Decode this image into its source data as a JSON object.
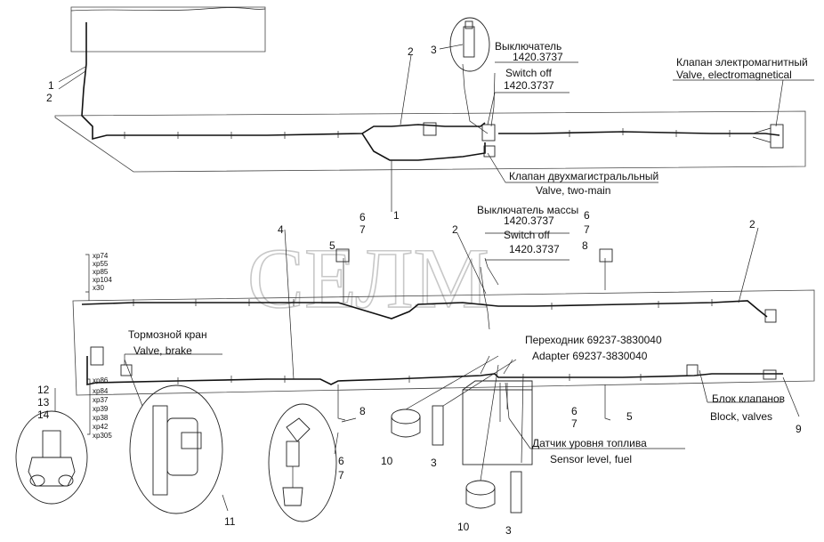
{
  "watermark": "СЕЛМ",
  "callouts": {
    "c1a": "1",
    "c2a": "2",
    "c2b": "2",
    "c3a": "3",
    "c1b": "1",
    "c6a": "6",
    "c7a": "7",
    "c4": "4",
    "c5a": "5",
    "c2c": "2",
    "c6b": "6",
    "c7b": "7",
    "c8a": "8",
    "c2d": "2",
    "c12": "12",
    "c13": "13",
    "c14": "14",
    "c8b": "8",
    "c6c": "6",
    "c7c": "7",
    "c6d": "6",
    "c7d": "7",
    "c5b": "5",
    "c10a": "10",
    "c3b": "3",
    "c10b": "10",
    "c3c": "3",
    "c11": "11",
    "c9": "9"
  },
  "labels": {
    "switch_ru": "Выключатель",
    "switch_code": "1420.3737",
    "switch_en": "Switch off",
    "switch_en_code": "1420.3737",
    "valve_em_ru": "Клапан электромагнитный",
    "valve_em_en": "Valve, electromagnetical",
    "valve_two_ru": "Клапан двухмагистральльный",
    "valve_two_en": "Valve, two-main",
    "mass_switch_ru": "Выключатель массы",
    "mass_switch_code": "1420.3737",
    "mass_switch_en": "Switch off",
    "mass_switch_en_code": "1420.3737",
    "brake_ru": "Тормозной кран",
    "brake_en": "Valve, brake",
    "adapter_ru": "Переходник 69237-3830040",
    "adapter_en": "Adapter  69237-3830040",
    "block_ru": "Блок клапанов",
    "block_en": "Block, valves",
    "fuel_ru": "Датчик уровня топлива",
    "fuel_en": "Sensor level, fuel"
  },
  "connectors_top": [
    "хр74",
    "хр55",
    "хр85",
    "хр104",
    "х30"
  ],
  "connectors_bottom": [
    "хр86",
    "хр84",
    "хр37",
    "хр39",
    "хр38",
    "хр42",
    "хр305"
  ]
}
